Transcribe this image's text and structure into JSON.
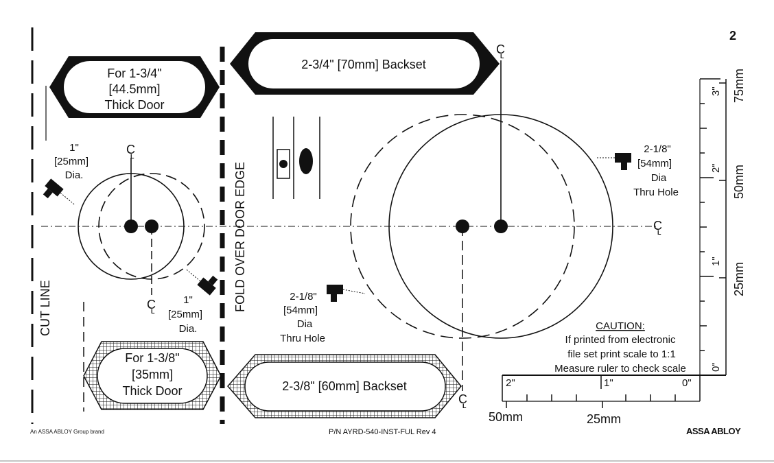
{
  "page_number": "2",
  "cut_line": "CUT LINE",
  "fold_line": "FOLD OVER DOOR EDGE",
  "centerline_mark": "CL",
  "badge_thick_175": [
    "For 1-3/4\"",
    "[44.5mm]",
    "Thick Door"
  ],
  "badge_thick_138": [
    "For 1-3/8\"",
    "[35mm]",
    "Thick Door"
  ],
  "badge_backset_70": "2-3/4\" [70mm] Backset",
  "badge_backset_60": "2-3/8\" [60mm] Backset",
  "edge_hole_top": [
    "1\"",
    "[25mm]",
    "Dia."
  ],
  "edge_hole_bottom": [
    "1\"",
    "[25mm]",
    "Dia."
  ],
  "thru_hole_right": [
    "2-1/8\"",
    "[54mm]",
    "Dia",
    "Thru Hole"
  ],
  "thru_hole_left": [
    "2-1/8\"",
    "[54mm]",
    "Dia",
    "Thru Hole"
  ],
  "caution": {
    "title": "CAUTION:",
    "lines": [
      "If printed from electronic",
      "file set print scale to 1:1",
      "Measure ruler to check scale"
    ]
  },
  "ruler_vertical": {
    "inch_labels": [
      "3\"",
      "2\"",
      "1\"",
      "0\""
    ],
    "mm_labels": [
      "75mm",
      "50mm",
      "25mm"
    ]
  },
  "ruler_horizontal": {
    "inch_labels": [
      "2\"",
      "1\"",
      "0\""
    ],
    "mm_labels": [
      "50mm",
      "25mm"
    ]
  },
  "footer": {
    "brand_note": "An ASSA ABLOY Group brand",
    "part_number": "P/N AYRD-540-INST-FUL Rev 4",
    "logo": "ASSA ABLOY"
  }
}
